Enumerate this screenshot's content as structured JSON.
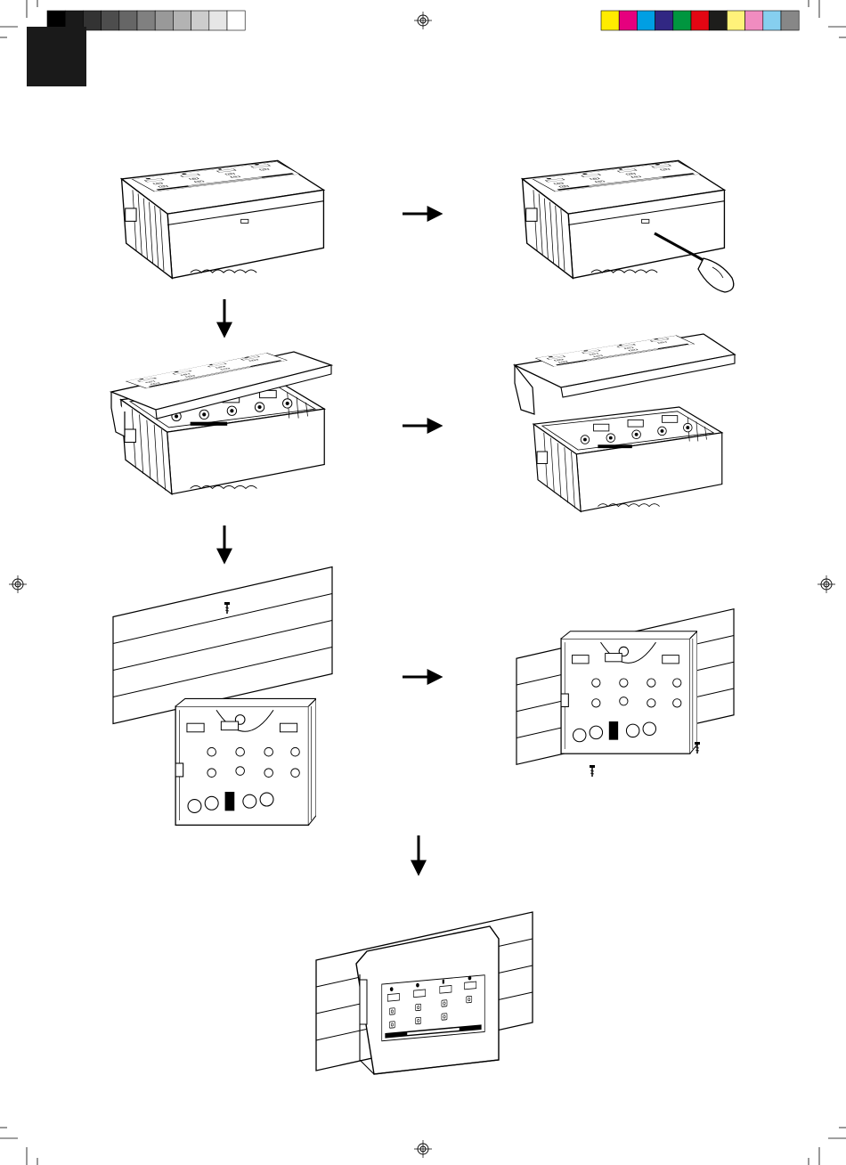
{
  "page": {
    "type": "installation-instructions-diagram",
    "text_labels": []
  },
  "print_marks": {
    "grayscale_bar": [
      "#000000",
      "#1a1a1a",
      "#333333",
      "#4d4d4d",
      "#666666",
      "#808080",
      "#999999",
      "#b3b3b3",
      "#cccccc",
      "#e6e6e6",
      "#ffffff"
    ],
    "color_bar": [
      "#ffec00",
      "#e6007e",
      "#009fe3",
      "#312783",
      "#00963f",
      "#e30613",
      "#1d1d1b",
      "#fff27a",
      "#f08cc0",
      "#86cfef",
      "#878787"
    ],
    "corner_tab_color": "#1a1a1a"
  },
  "steps": [
    {
      "id": "step-1",
      "description_icon": "closed-control-box"
    },
    {
      "id": "step-2",
      "description_icon": "screwdriver-release-clip"
    },
    {
      "id": "step-3",
      "description_icon": "lid-hinged-open"
    },
    {
      "id": "step-4",
      "description_icon": "lid-removed"
    },
    {
      "id": "step-5",
      "description_icon": "wall-and-base"
    },
    {
      "id": "step-6",
      "description_icon": "base-screwed-to-wall"
    },
    {
      "id": "step-7",
      "description_icon": "closed-box-on-wall"
    }
  ],
  "arrows": [
    {
      "direction": "right",
      "from": "step-1",
      "to": "step-2"
    },
    {
      "direction": "down",
      "from": "step-1",
      "to": "step-3"
    },
    {
      "direction": "right",
      "from": "step-3",
      "to": "step-4"
    },
    {
      "direction": "down",
      "from": "step-3",
      "to": "step-5"
    },
    {
      "direction": "right",
      "from": "step-5",
      "to": "step-6"
    },
    {
      "direction": "down",
      "from": "step-6",
      "to": "step-7"
    }
  ]
}
